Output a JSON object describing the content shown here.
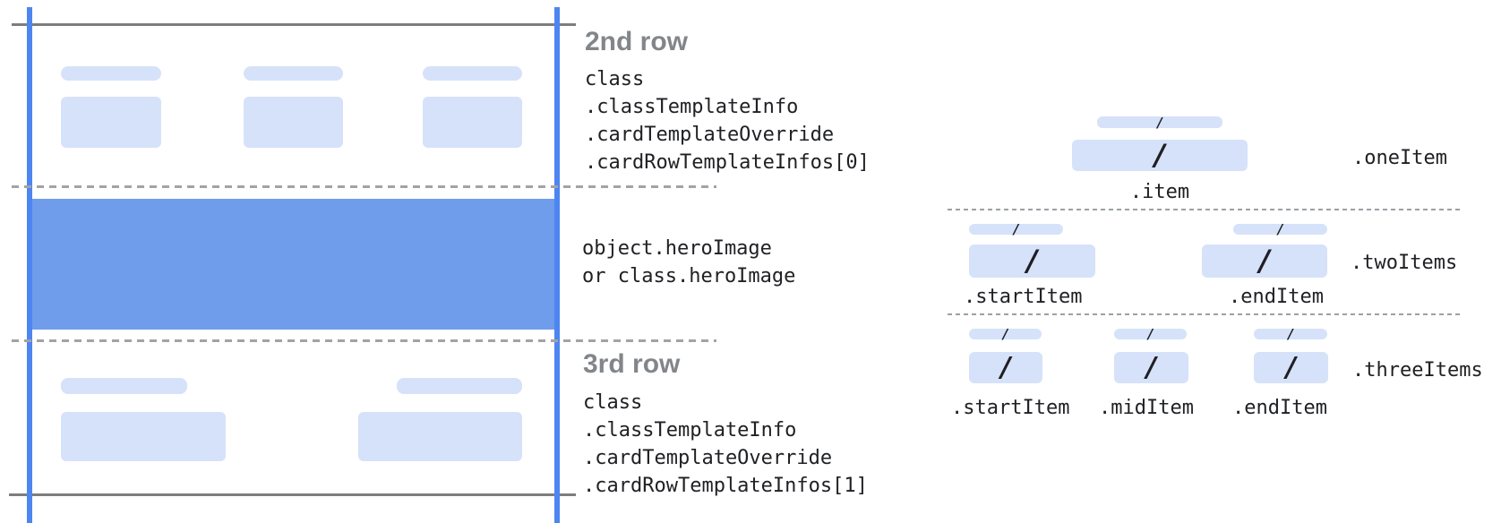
{
  "colors": {
    "guide_line_blue": "#4d86f1",
    "hero_band_blue": "#6f9ceb",
    "placeholder_blue": "#d6e2f9",
    "frame_gray": "#7d7d7d",
    "dashed_gray": "#a3a3a3",
    "heading_gray": "#82868a",
    "code_text": "#202124"
  },
  "left_panel": {
    "second_row": {
      "heading": "2nd row",
      "code_lines": [
        "class",
        ".classTemplateInfo",
        ".cardTemplateOverride",
        ".cardRowTemplateInfos[0]"
      ]
    },
    "hero_image": {
      "code_lines": [
        "object.heroImage",
        "or class.heroImage"
      ]
    },
    "third_row": {
      "heading": "3rd row",
      "code_lines": [
        "class",
        ".classTemplateInfo",
        ".cardTemplateOverride",
        ".cardRowTemplateInfos[1]"
      ]
    }
  },
  "items_panel": {
    "slash": "/",
    "one_item": {
      "side_label": ".oneItem",
      "item_label": ".item"
    },
    "two_items": {
      "side_label": ".twoItems",
      "start_label": ".startItem",
      "end_label": ".endItem"
    },
    "three_items": {
      "side_label": ".threeItems",
      "start_label": ".startItem",
      "mid_label": ".midItem",
      "end_label": ".endItem"
    }
  }
}
